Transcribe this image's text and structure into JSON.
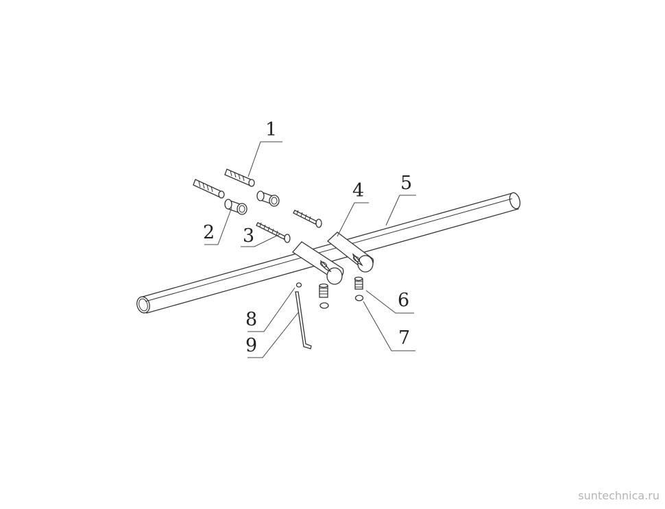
{
  "callouts": [
    {
      "id": "1",
      "label": "1"
    },
    {
      "id": "2",
      "label": "2"
    },
    {
      "id": "3",
      "label": "3"
    },
    {
      "id": "4",
      "label": "4"
    },
    {
      "id": "5",
      "label": "5"
    },
    {
      "id": "6",
      "label": "6"
    },
    {
      "id": "7",
      "label": "7"
    },
    {
      "id": "8",
      "label": "8"
    },
    {
      "id": "9",
      "label": "9"
    }
  ],
  "watermark": "suntechnica.ru"
}
